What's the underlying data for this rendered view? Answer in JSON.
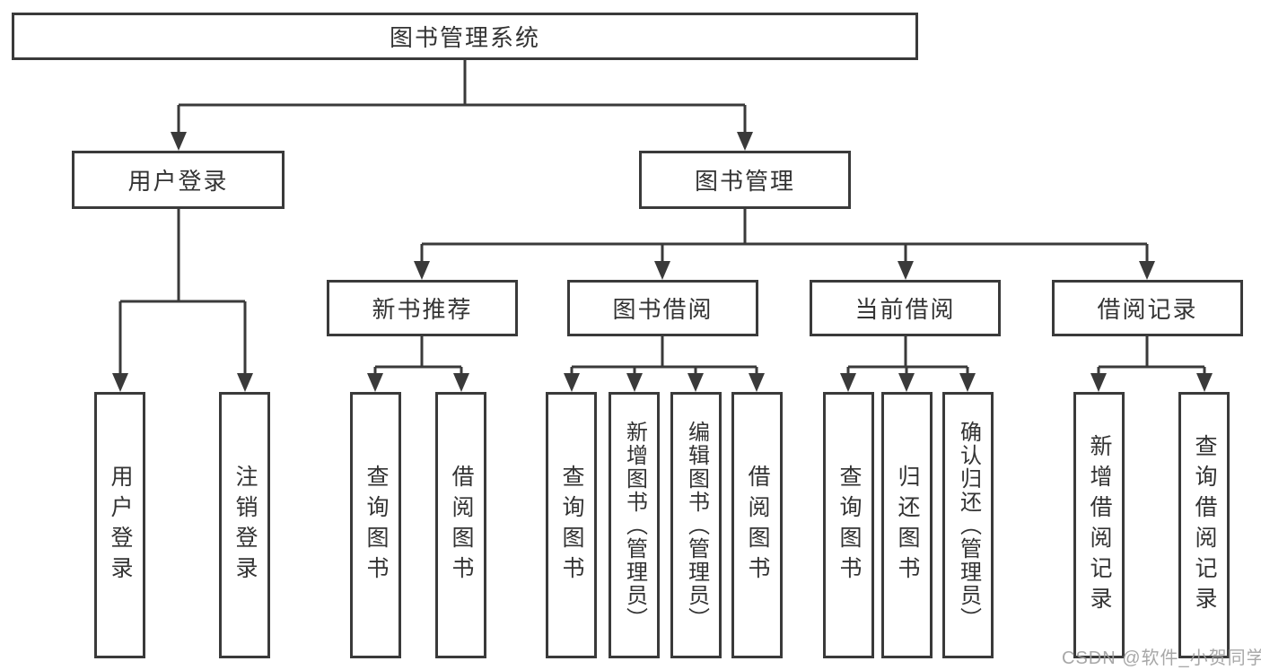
{
  "tree": {
    "label": "图书管理系统",
    "children": [
      {
        "label": "用户登录",
        "children": [
          {
            "label": "用户登录"
          },
          {
            "label": "注销登录"
          }
        ]
      },
      {
        "label": "图书管理",
        "children": [
          {
            "label": "新书推荐",
            "children": [
              {
                "label": "查询图书"
              },
              {
                "label": "借阅图书"
              }
            ]
          },
          {
            "label": "图书借阅",
            "children": [
              {
                "label": "查询图书"
              },
              {
                "label": "新增图书（管理员）"
              },
              {
                "label": "编辑图书（管理员）"
              },
              {
                "label": "借阅图书"
              }
            ]
          },
          {
            "label": "当前借阅",
            "children": [
              {
                "label": "查询图书"
              },
              {
                "label": "归还图书"
              },
              {
                "label": "确认归还（管理员）"
              }
            ]
          },
          {
            "label": "借阅记录",
            "children": [
              {
                "label": "新增借阅记录"
              },
              {
                "label": "查询借阅记录"
              }
            ]
          }
        ]
      }
    ]
  },
  "watermark": "CSDN @软件_小贺同学",
  "colors": {
    "line": "#3a3a3a",
    "text": "#333333",
    "watermark": "#9e9e9e"
  }
}
